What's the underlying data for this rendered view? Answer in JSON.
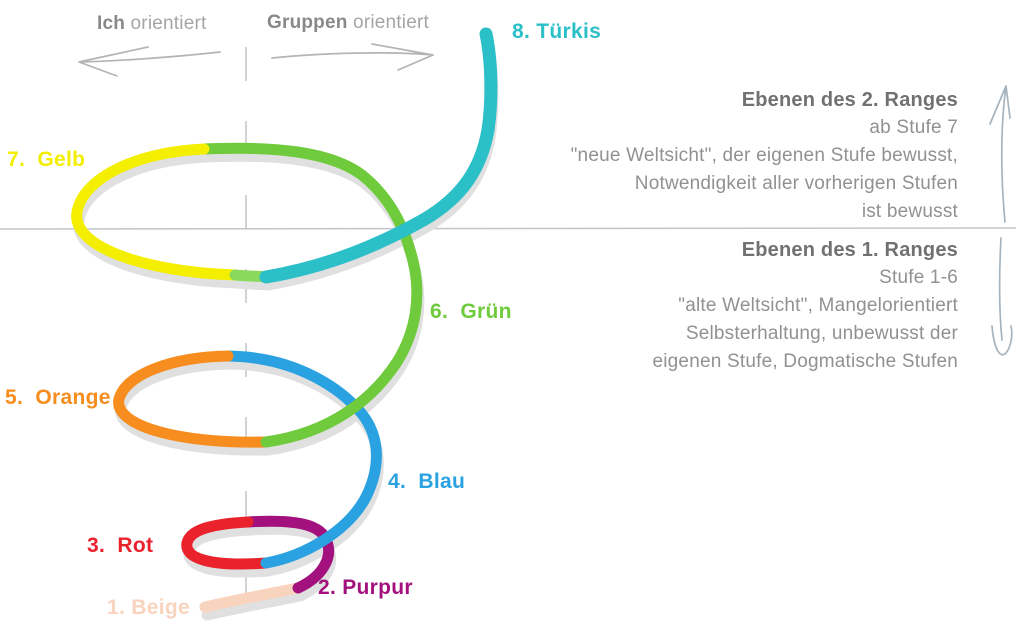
{
  "header": {
    "left_label_bold": "Ich",
    "left_label_rest": " orientiert",
    "right_label_bold": "Gruppen",
    "right_label_rest": " orientiert"
  },
  "stages": [
    {
      "label": "1. Beige",
      "color": "#F8D3BD"
    },
    {
      "label": "2. Purpur",
      "color": "#A3117E"
    },
    {
      "label": "3.  Rot",
      "color": "#E9222B"
    },
    {
      "label": "4.  Blau",
      "color": "#2AA2E2"
    },
    {
      "label": "5.  Orange",
      "color": "#F68D1E"
    },
    {
      "label": "6.  Grün",
      "color": "#6FCB3C"
    },
    {
      "label": "7.  Gelb",
      "color": "#F4EE00"
    },
    {
      "label": "8. Türkis",
      "color": "#2BBFC8"
    }
  ],
  "transition_green": "#8BD95C",
  "right_panel": {
    "second_range": {
      "title": "Ebenen des 2. Ranges",
      "lines": [
        "ab Stufe 7",
        "\"neue Weltsicht\", der eigenen Stufe bewusst,",
        "Notwendigkeit aller vorherigen Stufen",
        "ist bewusst"
      ]
    },
    "first_range": {
      "title": "Ebenen des 1. Ranges",
      "lines": [
        "Stufe 1-6",
        "\"alte Weltsicht\", Mangelorientiert",
        "Selbsterhaltung, unbewusst der",
        "eigenen Stufe, Dogmatische Stufen"
      ]
    }
  },
  "colors": {
    "shadow": "#e0e0e0",
    "divider": "#c2c6ca",
    "axis_dash": "#b7bbbf",
    "top_arrow": "#b4b4b4",
    "side_arrow": "#a6b4bf"
  }
}
